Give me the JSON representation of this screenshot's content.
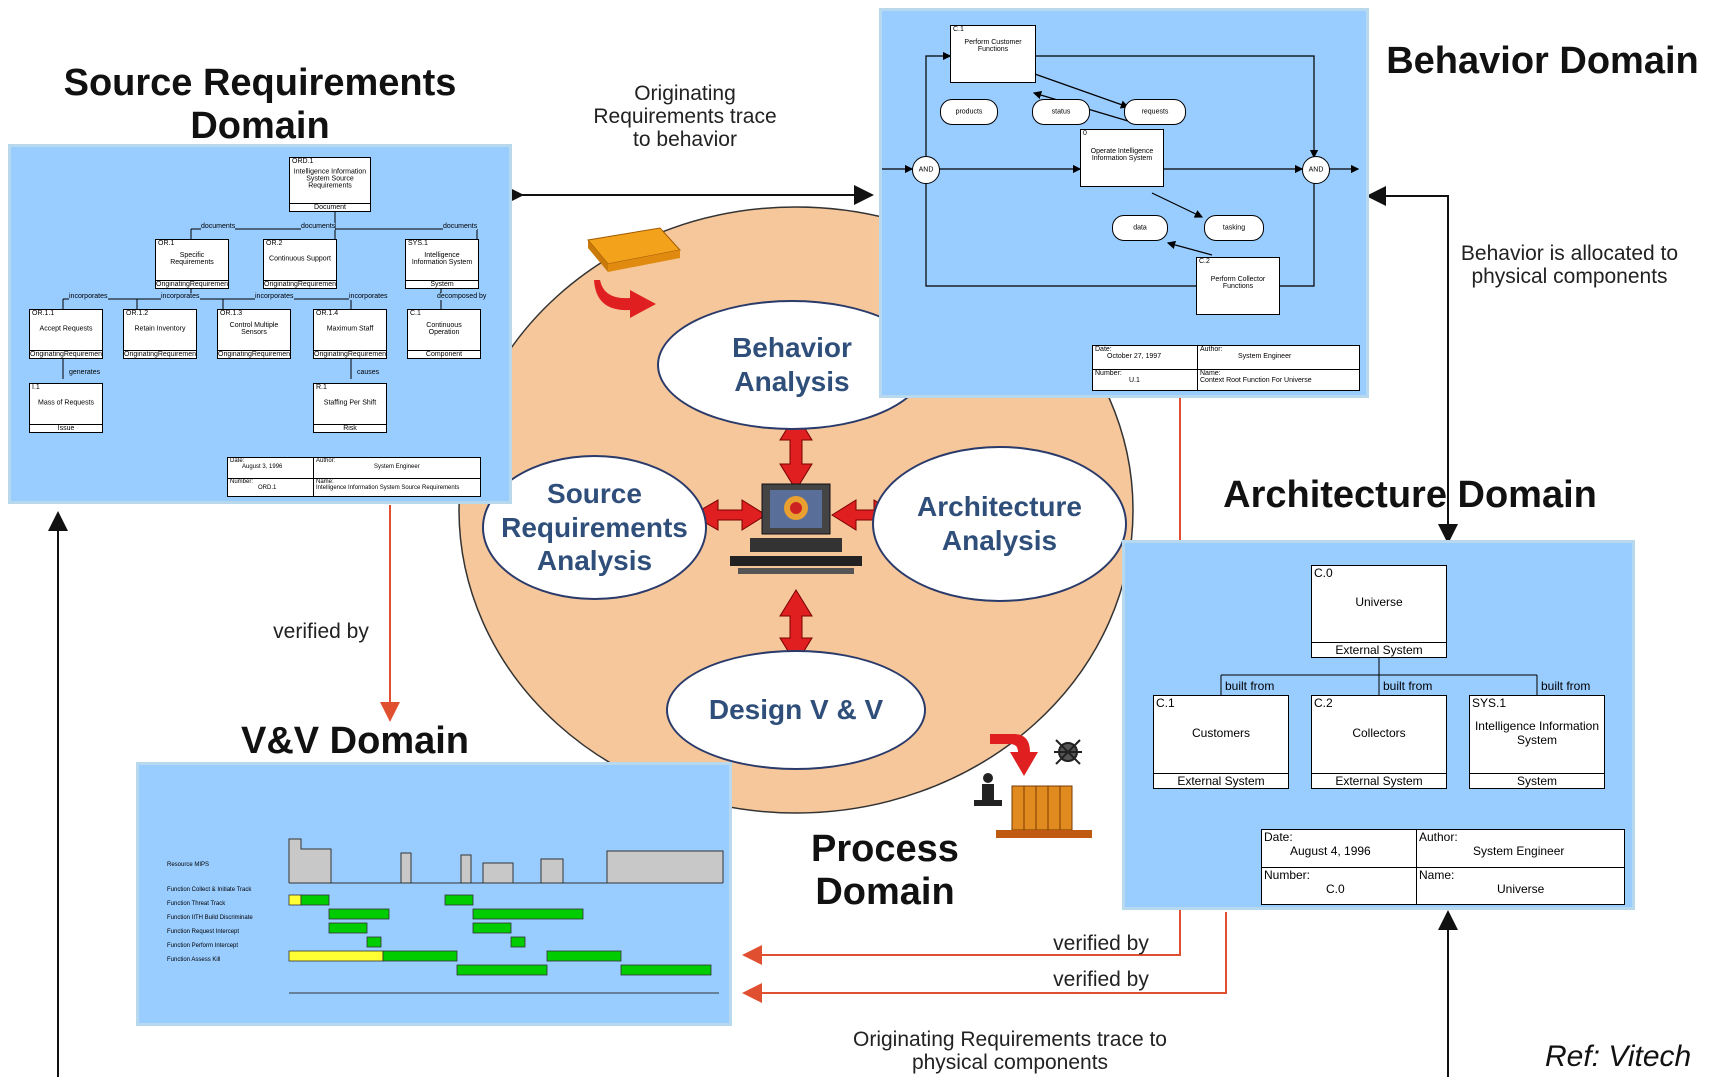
{
  "titles": {
    "source_requirements": "Source Requirements Domain",
    "behavior": "Behavior Domain",
    "architecture": "Architecture Domain",
    "vv": "V&V Domain",
    "process": "Process Domain"
  },
  "annotations": {
    "orig_req_behavior": "Originating Requirements trace to behavior",
    "behavior_allocated": "Behavior is allocated to physical components",
    "verified_by_left": "verified by",
    "verified_by_1": "verified by",
    "verified_by_2": "verified by",
    "orig_req_physical": "Originating Requirements trace to physical components",
    "ref": "Ref: Vitech"
  },
  "analyses": {
    "behavior": "Behavior Analysis",
    "source": "Source Requirements Analysis",
    "architecture": "Architecture Analysis",
    "design": "Design V & V"
  },
  "architecture_panel": {
    "root": {
      "id": "C.0",
      "name": "Universe",
      "type": "External System"
    },
    "children": [
      {
        "id": "C.1",
        "name": "Customers",
        "type": "External System",
        "edge": "built from"
      },
      {
        "id": "C.2",
        "name": "Collectors",
        "type": "External System",
        "edge": "built from"
      },
      {
        "id": "SYS.1",
        "name": "Intelligence Information System",
        "type": "System",
        "edge": "built from"
      }
    ],
    "info": {
      "date_label": "Date:",
      "date": "August 4, 1996",
      "author_label": "Author:",
      "author": "System Engineer",
      "number_label": "Number:",
      "number": "C.0",
      "name_label": "Name:",
      "name": "Universe"
    }
  },
  "behavior_panel": {
    "boxes": [
      {
        "id": "C.1",
        "name": "Perform Customer Functions"
      },
      {
        "id": "0",
        "name": "Operate Intelligence Information System"
      },
      {
        "id": "C.2",
        "name": "Perform Collector Functions"
      }
    ],
    "items": [
      "products",
      "status",
      "requests",
      "data",
      "tasking"
    ],
    "and_label": "AND",
    "info": {
      "date_label": "Date:",
      "date": "October 27, 1997",
      "author_label": "Author:",
      "author": "System Engineer",
      "number_label": "Number:",
      "number": "U.1",
      "name_label": "Name:",
      "name": "Context Root Function For Universe"
    }
  },
  "source_panel": {
    "root": {
      "id": "ORD.1",
      "name": "Intelligence Information System Source Requirements",
      "type": "Document"
    },
    "level1": [
      {
        "id": "OR.1",
        "name": "Specific Requirements",
        "type": "OriginatingRequirement"
      },
      {
        "id": "OR.2",
        "name": "Continuous Support",
        "type": "OriginatingRequirement"
      },
      {
        "id": "SYS.1",
        "name": "Intelligence Information System",
        "type": "System"
      }
    ],
    "level2": [
      {
        "id": "OR.1.1",
        "name": "Accept Requests",
        "type": "OriginatingRequirement"
      },
      {
        "id": "OR.1.2",
        "name": "Retain Inventory",
        "type": "OriginatingRequirement"
      },
      {
        "id": "OR.1.3",
        "name": "Control Multiple Sensors",
        "type": "OriginatingRequirement"
      },
      {
        "id": "OR.1.4",
        "name": "Maximum Staff",
        "type": "OriginatingRequirement"
      },
      {
        "id": "C.1",
        "name": "Continuous Operation",
        "type": "Component"
      }
    ],
    "level3": [
      {
        "id": "I.1",
        "name": "Mass of Requests",
        "type": "Issue"
      },
      {
        "id": "R.1",
        "name": "Staffing Per Shift",
        "type": "Risk"
      }
    ],
    "edge_labels": [
      "documents",
      "documents",
      "documents",
      "incorporates",
      "incorporates",
      "incorporates",
      "incorporates",
      "decomposed by",
      "generates",
      "causes"
    ],
    "info": {
      "date_label": "Date:",
      "date": "August 3, 1996",
      "author_label": "Author:",
      "author": "System Engineer",
      "number_label": "Number:",
      "number": "ORD.1",
      "name_label": "Name:",
      "name": "Intelligence Information System Source Requirements"
    }
  },
  "vv_panel": {
    "rows": [
      "Resource MIPS",
      "Function Collect & Initiate Track",
      "Function Threat Track",
      "Function IITH Build Discriminate",
      "Function Request Intercept",
      "Function Perform Intercept",
      "Function Assess Kill"
    ],
    "colors": {
      "bar_gray": "#c8c8c8",
      "bar_green": "#00cc00",
      "bar_yellow": "#ffff33"
    }
  },
  "colors": {
    "panel": "#99ccff",
    "panel_border": "#b8d8ee",
    "circle": "#f5c79a",
    "arrow_red": "#e05030",
    "ellipse_text": "#2f4f7a",
    "big_arrow": "#e02020"
  }
}
